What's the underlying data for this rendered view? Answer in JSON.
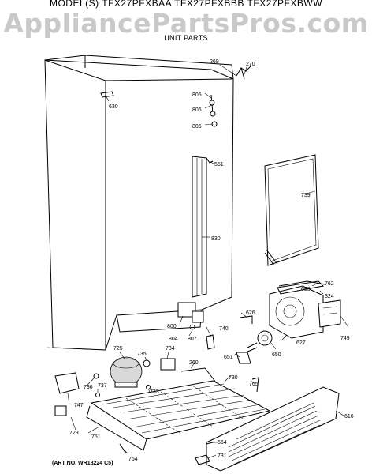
{
  "header": {
    "models": "MODEL(S) TFX27PFXBAA  TFX27PFXBBB  TFX27PFXBWW",
    "watermark": "AppliancePartsPros.com",
    "section": "UNIT PARTS"
  },
  "footer": {
    "art_no": "(ART NO. WR18224 C5)"
  },
  "callouts": [
    "269",
    "270",
    "805",
    "806",
    "805",
    "630",
    "551",
    "739",
    "830",
    "683",
    "762",
    "324",
    "626",
    "800",
    "804",
    "807",
    "740",
    "749",
    "627",
    "650",
    "651",
    "725",
    "735",
    "734",
    "260",
    "730",
    "765",
    "736",
    "737",
    "733",
    "747",
    "729",
    "751",
    "764",
    "564",
    "731",
    "616"
  ]
}
